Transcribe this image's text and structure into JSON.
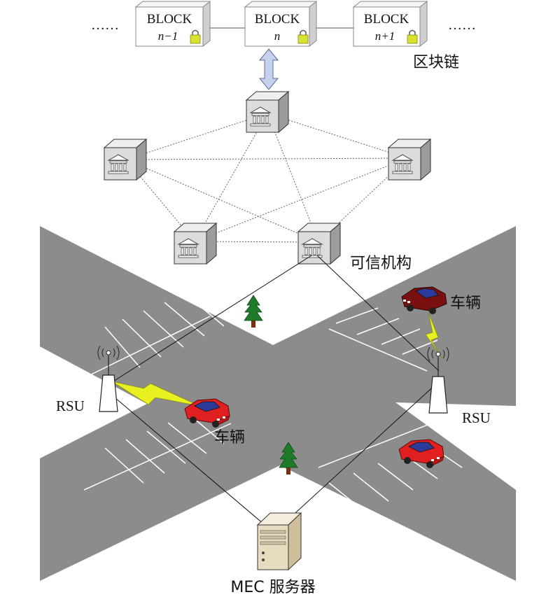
{
  "blockchain": {
    "ellipsis_left": "……",
    "ellipsis_right": "……",
    "blocks": [
      {
        "word": "BLOCK",
        "index": "n−1"
      },
      {
        "word": "BLOCK",
        "index": "n"
      },
      {
        "word": "BLOCK",
        "index": "n+1"
      }
    ],
    "label": "区块链"
  },
  "trusted": {
    "label": "可信机构"
  },
  "vehicles": {
    "label_right": "车辆",
    "label_left": "车辆"
  },
  "rsu": {
    "label_left": "RSU",
    "label_right": "RSU"
  },
  "mec": {
    "label": "MEC 服务器"
  },
  "colors": {
    "road": "#8c8c8c",
    "car_red": "#e02020",
    "car_dark": "#7a1010",
    "lock": "#d8e030",
    "bolt": "#e8f020",
    "tree": "#1f7a2a",
    "arrow": "#c6d2ec"
  }
}
